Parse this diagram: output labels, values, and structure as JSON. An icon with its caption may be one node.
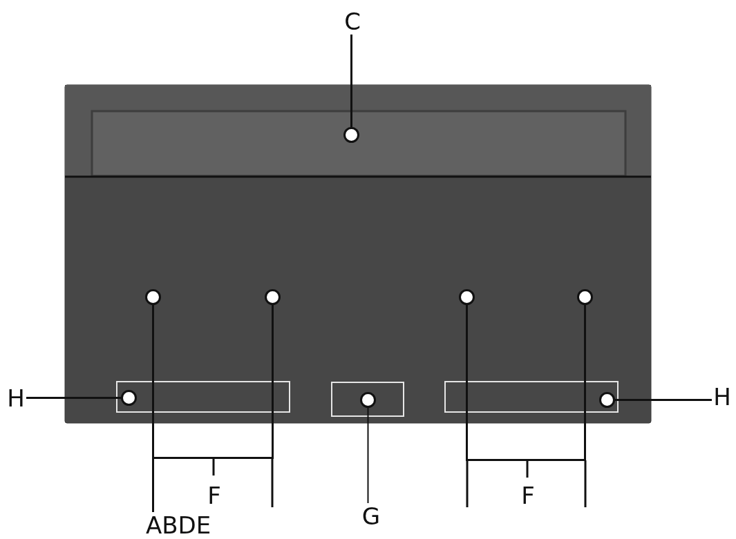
{
  "diagram": {
    "nodes": [
      {
        "text": [
          "C"
        ]
      },
      {
        "text": [],
        "shape": "circle"
      },
      {
        "text": [],
        "shape": "circle"
      },
      {
        "text": [],
        "shape": "circle"
      },
      {
        "text": [],
        "shape": "circle"
      },
      {
        "text": [],
        "shape": "circle"
      },
      {
        "text": [
          "H"
        ]
      },
      {
        "text": [],
        "shape": "circle"
      },
      {
        "text": [],
        "shape": "circle"
      },
      {
        "text": [],
        "shape": "circle"
      },
      {
        "text": [
          "H"
        ]
      },
      {
        "text": [
          "ABDE"
        ]
      },
      {
        "text": [
          "G"
        ]
      }
    ],
    "edges": [
      {
        "from": 0,
        "to": 1,
        "arrow": "none"
      },
      {
        "from": 6,
        "to": 7,
        "arrow": "none"
      },
      {
        "from": 10,
        "to": 9,
        "arrow": "none"
      },
      {
        "from": 11,
        "to": 2,
        "arrow": "none"
      },
      {
        "from": 12,
        "to": 8,
        "arrow": "none"
      },
      {
        "from": 2,
        "to": 3,
        "arrow": "none"
      },
      {
        "from": 4,
        "to": 5,
        "arrow": "none"
      }
    ],
    "labels": [
      "F",
      "F"
    ]
  }
}
